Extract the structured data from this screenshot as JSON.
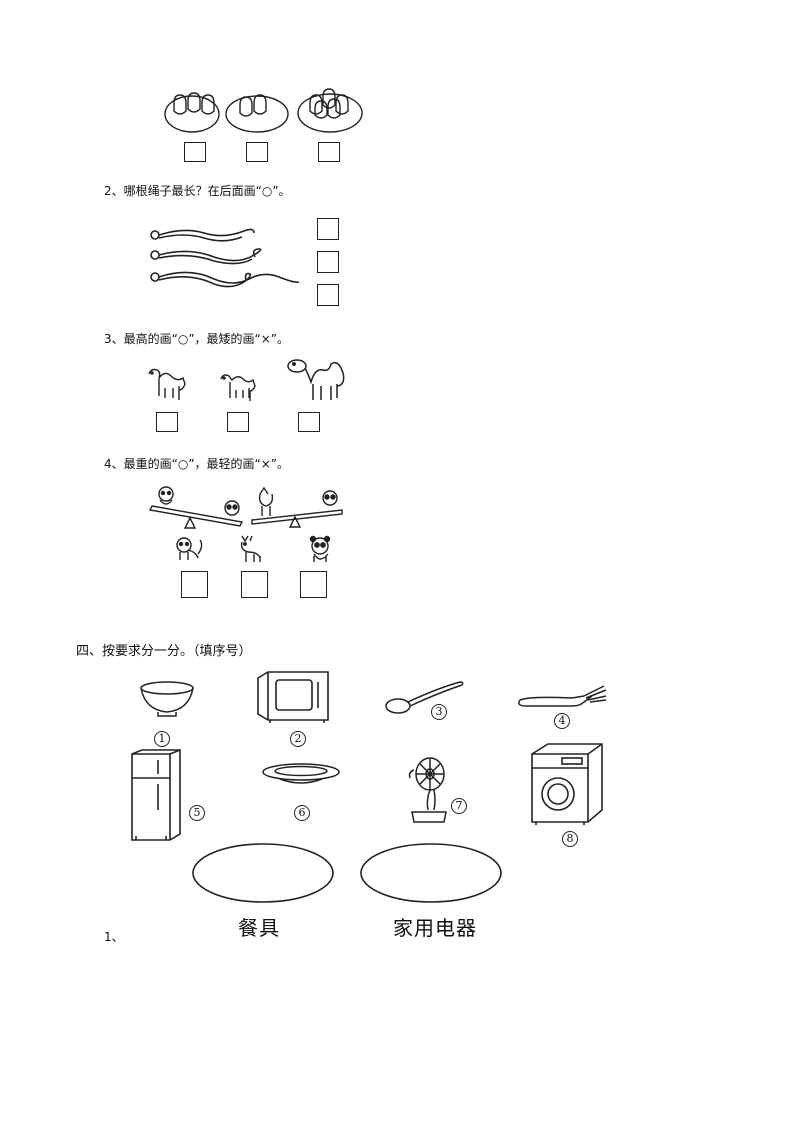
{
  "questions": {
    "q2": "2、哪根绳子最长？在后面画“○”。",
    "q3": "3、最高的画“○”，最矮的画“×”。",
    "q4": "4、最重的画“○”，最轻的画“×”。"
  },
  "section4": {
    "title": "四、按要求分一分。（填序号）",
    "items": [
      {
        "num": "1",
        "icon": "bowl-icon"
      },
      {
        "num": "2",
        "icon": "microwave-icon"
      },
      {
        "num": "3",
        "icon": "spoon-icon"
      },
      {
        "num": "4",
        "icon": "fork-icon"
      },
      {
        "num": "5",
        "icon": "refrigerator-icon"
      },
      {
        "num": "6",
        "icon": "plate-icon"
      },
      {
        "num": "7",
        "icon": "electric-fan-icon"
      },
      {
        "num": "8",
        "icon": "washing-machine-icon"
      }
    ],
    "categories": [
      "餐具",
      "家用电器"
    ],
    "answer_prefix": "1、"
  }
}
